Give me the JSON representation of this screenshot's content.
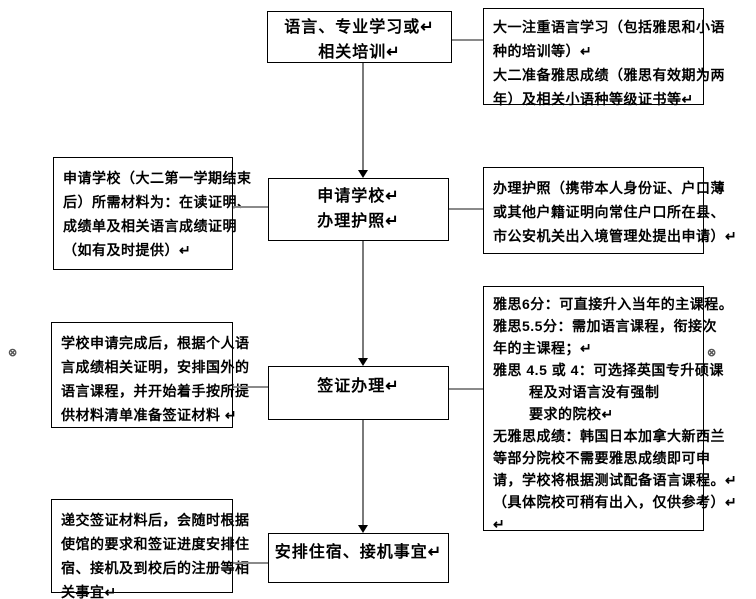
{
  "diagram": {
    "center_boxes": {
      "step1": {
        "lines": [
          "语言、专业学习或↵",
          "相关培训↵"
        ]
      },
      "step2": {
        "lines": [
          "申请学校↵",
          "办理护照↵"
        ]
      },
      "step3": {
        "lines": [
          "签证办理↵"
        ]
      },
      "step4": {
        "lines": [
          "安排住宿、接机事宜↵"
        ]
      }
    },
    "left_boxes": {
      "note1": {
        "lines": [
          "申请学校（大二第一学期结束",
          "后）所需材料为：在读证明、",
          "成绩单及相关语言成绩证明",
          "（如有及时提供）↵"
        ]
      },
      "note2": {
        "lines": [
          "学校申请完成后，根据个人语",
          "言成绩相关证明，安排国外的",
          "语言课程，并开始着手按所提",
          "供材料清单准备签证材料 ↵"
        ]
      },
      "note3": {
        "lines": [
          "递交签证材料后，会随时根据",
          "使馆的要求和签证进度安排住",
          "宿、接机及到校后的注册等相",
          "关事宜↵"
        ]
      }
    },
    "right_boxes": {
      "note1": {
        "lines": [
          "大一注重语言学习（包括雅思和小语",
          "种的培训等）↵",
          "大二准备雅思成绩（雅思有效期为两",
          "年）及相关小语种等级证书等↵"
        ]
      },
      "note2": {
        "lines": [
          "办理护照（携带本人身份证、户口薄",
          "或其他户籍证明向常住户口所在县、",
          "市公安机关出入境管理处提出申请）↵"
        ]
      },
      "note3": {
        "lines": [
          "雅思6分：可直接升入当年的主课程。",
          "雅思5.5分：需加语言课程，衔接次",
          "年的主课程；↵",
          "雅思 4.5 或 4：可选择英国专升硕课",
          "程及对语言没有强制",
          "要求的院校↵",
          "无雅思成绩：韩国日本加拿大新西兰",
          "等部分院校不需要雅思成绩即可申",
          "请，学校将根据测试配备语言课程。↵",
          "（具体院校可稍有出入，仅供参考）↵",
          "↵"
        ]
      }
    },
    "anchors": {
      "left": "⊗",
      "right": "⊗"
    },
    "colors": {
      "box_border": "#000000",
      "connector": "#8a8a8a",
      "text": "#000000",
      "background": "#ffffff"
    }
  }
}
